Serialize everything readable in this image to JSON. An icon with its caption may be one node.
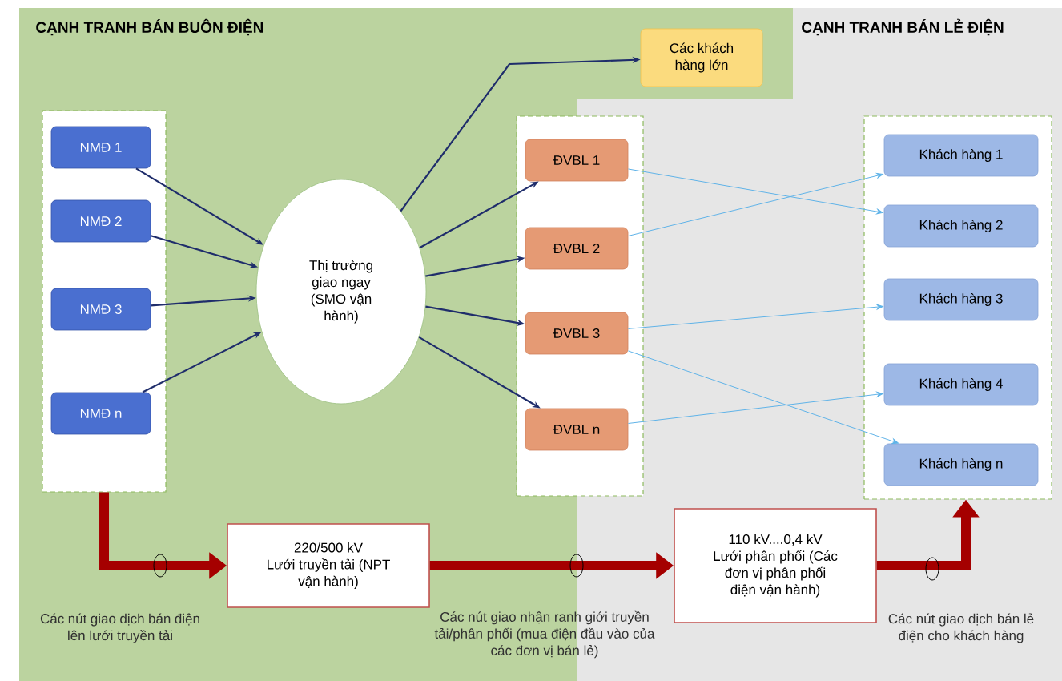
{
  "diagram": {
    "nodes": [
      {
        "text": [
          "Các khách hàng lớn"
        ]
      },
      {
        "text": [],
        "shape": "box"
      },
      {
        "text": [
          "NMĐ 1"
        ],
        "in": 1
      },
      {
        "text": [
          "NMĐ 2"
        ],
        "in": 1
      },
      {
        "text": [
          "NMĐ 3"
        ],
        "in": 1
      },
      {
        "text": [
          "NMĐ n"
        ],
        "in": 1
      },
      {
        "text": [
          "Thị trường giao ngay (SMO vận hành)"
        ]
      },
      {
        "text": [],
        "shape": "box"
      },
      {
        "text": [
          "ĐVBL 1"
        ],
        "in": 7
      },
      {
        "text": [
          "ĐVBL 2"
        ],
        "in": 7
      },
      {
        "text": [
          "ĐVBL 3"
        ],
        "in": 7
      },
      {
        "text": [
          "ĐVBL n"
        ],
        "in": 7
      },
      {
        "text": [],
        "shape": "box"
      },
      {
        "text": [
          "Khách hàng 1"
        ],
        "in": 12
      },
      {
        "text": [
          "Khách hàng 2"
        ],
        "in": 12
      },
      {
        "text": [
          "Khách hàng 3"
        ],
        "in": 12
      },
      {
        "text": [
          "Khách hàng 4"
        ],
        "in": 12
      },
      {
        "text": [
          "Khách hàng n"
        ],
        "in": 12
      },
      {
        "text": [
          "220/500 kV",
          "Lưới truyền tải (NPT vận hành)"
        ]
      },
      {
        "text": [
          "110 kV....0,4 kV",
          "Lưới phân phối (Các đơn vị phân phối điện vận hành)"
        ]
      }
    ],
    "edges": [
      {
        "from": 2,
        "to": 6,
        "arrow": "to"
      },
      {
        "from": 3,
        "to": 6,
        "arrow": "to"
      },
      {
        "from": 4,
        "to": 6,
        "arrow": "to"
      },
      {
        "from": 5,
        "to": 6,
        "arrow": "to"
      },
      {
        "from": 6,
        "to": 0,
        "arrow": "to"
      },
      {
        "from": 6,
        "to": 8,
        "arrow": "to"
      },
      {
        "from": 6,
        "to": 9,
        "arrow": "to"
      },
      {
        "from": 6,
        "to": 10,
        "arrow": "to"
      },
      {
        "from": 6,
        "to": 11,
        "arrow": "to"
      },
      {
        "from": 8,
        "to": 14,
        "arrow": "to",
        "color": "#5fb3e8"
      },
      {
        "from": 9,
        "to": 13,
        "arrow": "to",
        "color": "#5fb3e8"
      },
      {
        "from": 10,
        "to": 15,
        "arrow": "to",
        "color": "#5fb3e8"
      },
      {
        "from": 10,
        "to": 17,
        "arrow": "to",
        "color": "#5fb3e8"
      },
      {
        "from": 11,
        "to": 16,
        "arrow": "to",
        "color": "#5fb3e8"
      },
      {
        "from": 1,
        "to": 18,
        "arrow": "to",
        "style": "thick",
        "color": "#a50000"
      },
      {
        "from": 18,
        "to": 19,
        "arrow": "to",
        "style": "thick",
        "color": "#a50000"
      },
      {
        "from": 19,
        "to": 12,
        "arrow": "to",
        "style": "thick",
        "color": "#a50000"
      }
    ],
    "labels": [
      "CẠNH TRANH BÁN BUÔN ĐIỆN",
      "CẠNH TRANH BÁN LẺ ĐIỆN",
      "Các nút giao dịch bán điện lên lưới truyền tải",
      "Các nút giao nhận ranh giới truyền tải/phân phối (mua điện đầu vào của các đơn vị bán lẻ)",
      "Các nút giao dịch bán lẻ điện cho khách hàng"
    ]
  }
}
